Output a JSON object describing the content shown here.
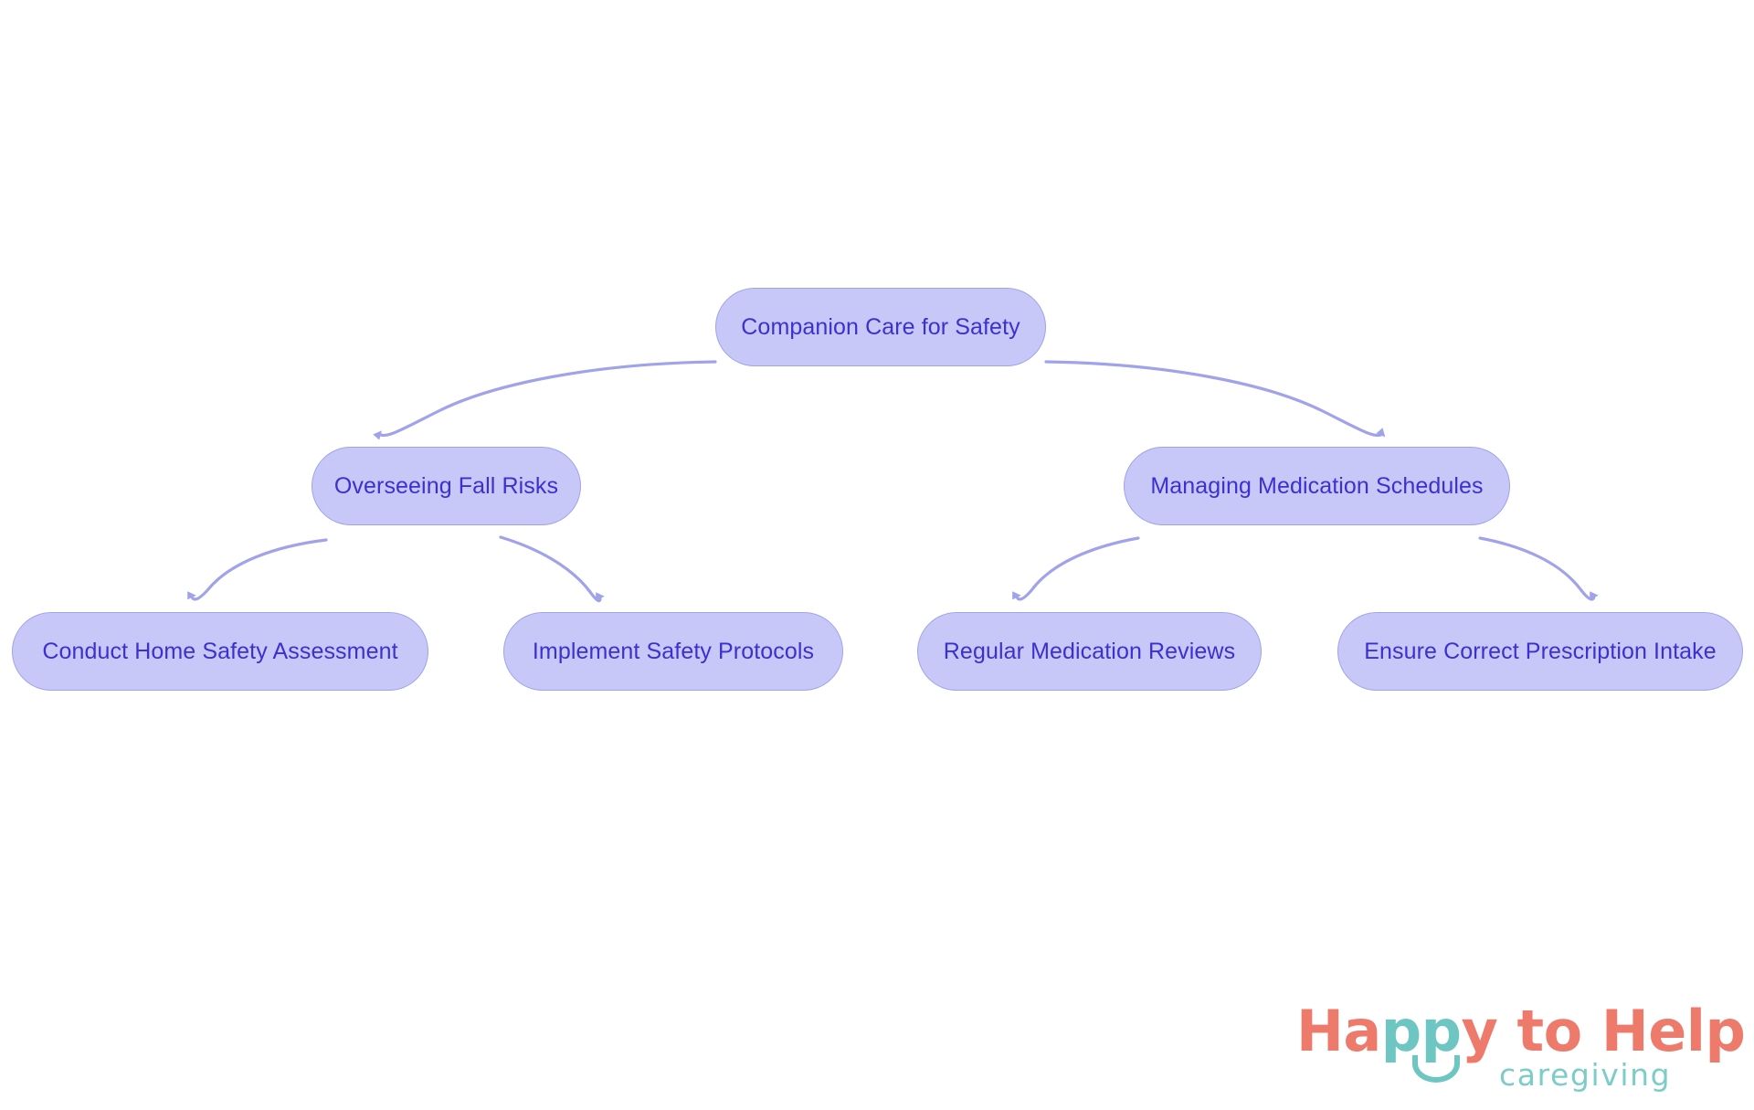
{
  "diagram": {
    "type": "flowchart",
    "orientation": "top-down",
    "title": "Companion Care for Safety",
    "colors": {
      "node_fill": "#c7c8f8",
      "node_border": "#a0a3ea",
      "node_text": "#3b31cf",
      "edge": "#a0a3ea",
      "background": "#ffffff"
    },
    "nodes": [
      {
        "id": "root",
        "label": "Companion Care for Safety",
        "level": 0
      },
      {
        "id": "b1",
        "label": "Overseeing Fall Risks",
        "level": 1
      },
      {
        "id": "b2",
        "label": "Managing Medication Schedules",
        "level": 1
      },
      {
        "id": "l1",
        "label": "Conduct Home Safety Assessment",
        "level": 2
      },
      {
        "id": "l2",
        "label": "Implement Safety Protocols",
        "level": 2
      },
      {
        "id": "l3",
        "label": "Regular Medication Reviews",
        "level": 2
      },
      {
        "id": "l4",
        "label": "Ensure Correct Prescription Intake",
        "level": 2
      }
    ],
    "edges": [
      {
        "from": "root",
        "to": "b1",
        "style": "curved-arrow"
      },
      {
        "from": "root",
        "to": "b2",
        "style": "curved-arrow"
      },
      {
        "from": "b1",
        "to": "l1",
        "style": "curved-arrow"
      },
      {
        "from": "b1",
        "to": "l2",
        "style": "curved-arrow"
      },
      {
        "from": "b2",
        "to": "l3",
        "style": "curved-arrow"
      },
      {
        "from": "b2",
        "to": "l4",
        "style": "curved-arrow"
      }
    ]
  },
  "logo": {
    "word_happy_part1": "Ha",
    "word_happy_part2": "pp",
    "word_happy_part3": "y to Help",
    "tagline": "caregiving",
    "primary_color": "#ed7a6a",
    "accent_color": "#6ec6c2"
  }
}
